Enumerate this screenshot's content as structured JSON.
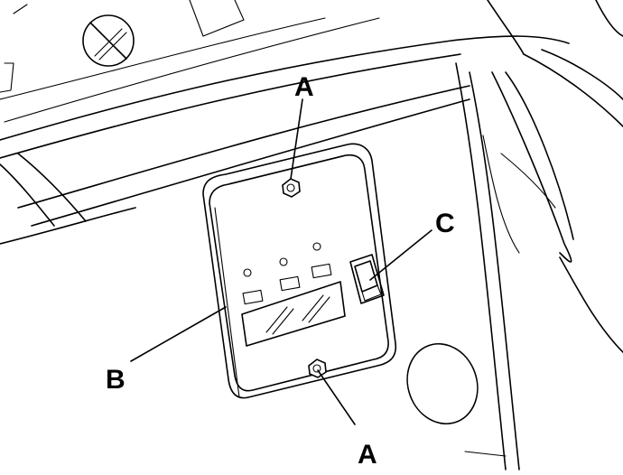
{
  "figure": {
    "callouts": [
      {
        "id": "A_top",
        "label": "A"
      },
      {
        "id": "A_bottom",
        "label": "A"
      },
      {
        "id": "B",
        "label": "B"
      },
      {
        "id": "C",
        "label": "C"
      }
    ]
  }
}
